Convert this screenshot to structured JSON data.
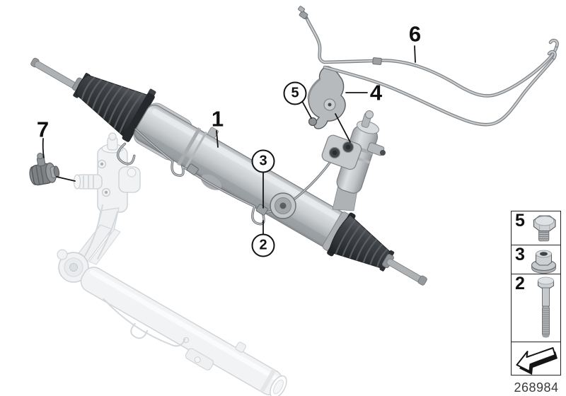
{
  "diagram_number": "268984",
  "callouts": {
    "1": {
      "label": "1",
      "style": "plain"
    },
    "2": {
      "label": "2",
      "style": "circled"
    },
    "3": {
      "label": "3",
      "style": "circled"
    },
    "4": {
      "label": "4",
      "style": "plain"
    },
    "5": {
      "label": "5",
      "style": "circled"
    },
    "6": {
      "label": "6",
      "style": "plain"
    },
    "7": {
      "label": "7",
      "style": "plain"
    }
  },
  "legend": {
    "items": [
      {
        "label": "5",
        "icon": "hex-bolt-short-icon"
      },
      {
        "label": "3",
        "icon": "flange-nut-icon"
      },
      {
        "label": "2",
        "icon": "hex-bolt-long-icon"
      },
      {
        "label": "",
        "icon": "direction-arrow-icon"
      }
    ]
  },
  "colors": {
    "outline": "#141414",
    "metal": "#c6cacd",
    "boot_dark": "#3b3e42",
    "ghost": "#d6d9dc"
  }
}
